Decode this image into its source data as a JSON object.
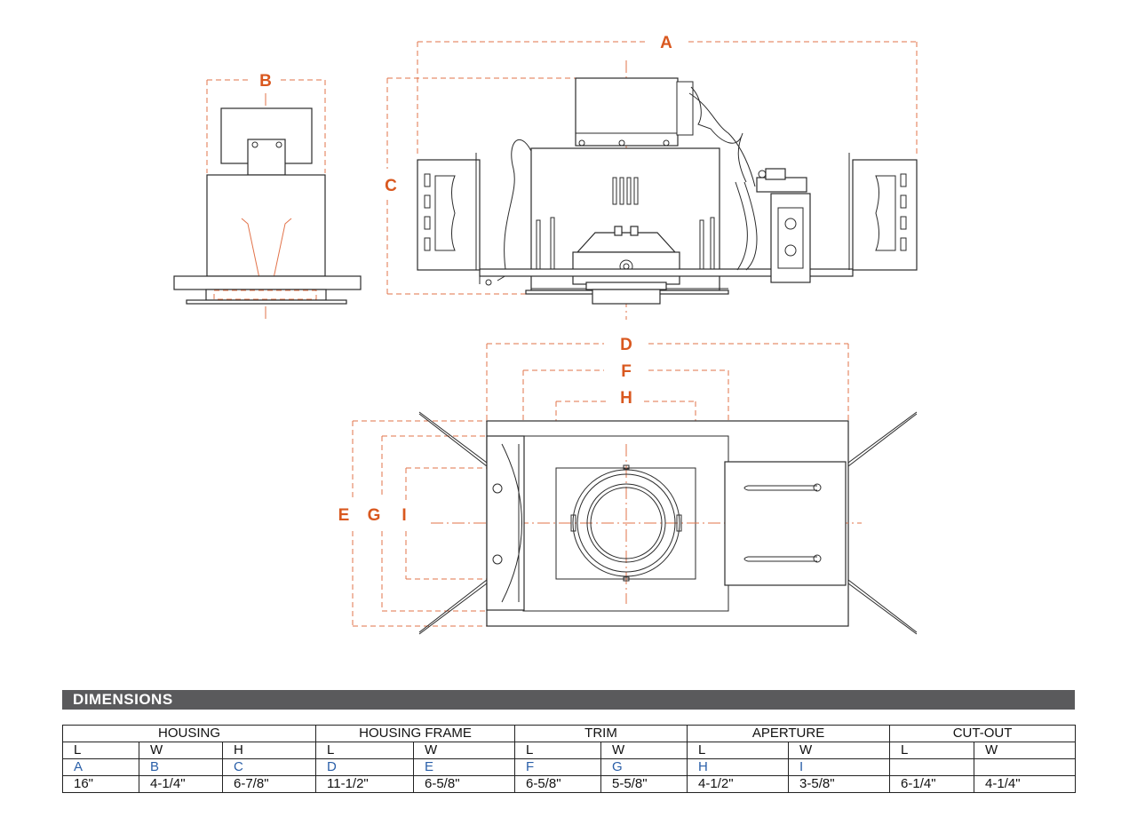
{
  "drawing": {
    "labels": {
      "A": "A",
      "B": "B",
      "C": "C",
      "D": "D",
      "E": "E",
      "F": "F",
      "G": "G",
      "H": "H",
      "I": "I"
    },
    "colors": {
      "dimension": "#d9581f",
      "line": "#2b2b2b",
      "letter_blue": "#2a5fa8",
      "banner": "#5a5a5c"
    }
  },
  "dimensions": {
    "title": "DIMENSIONS",
    "groups": [
      "HOUSING",
      "HOUSING FRAME",
      "TRIM",
      "APERTURE",
      "CUT-OUT"
    ],
    "sub_headers": [
      "L",
      "W",
      "H",
      "L",
      "W",
      "L",
      "W",
      "L",
      "W",
      "L",
      "W"
    ],
    "letters": [
      "A",
      "B",
      "C",
      "D",
      "E",
      "F",
      "G",
      "H",
      "I",
      "",
      ""
    ],
    "values": [
      "16\"",
      "4-1/4\"",
      "6-7/8\"",
      "11-1/2\"",
      "6-5/8\"",
      "6-5/8\"",
      "5-5/8\"",
      "4-1/2\"",
      "3-5/8\"",
      "6-1/4\"",
      "4-1/4\""
    ]
  }
}
